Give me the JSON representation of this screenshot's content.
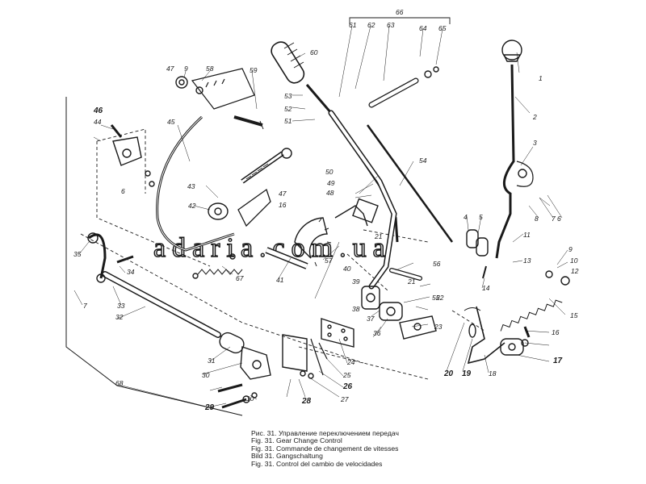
{
  "watermark": "adaria.com.ua",
  "captions": [
    "Рис. 31. Управление переключением передач",
    "Fig. 31. Gear Change Control",
    "Fig. 31. Commande de changement de vitesses",
    "Bild 31. Gangschaltung",
    "Fig. 31. Control del cambio de velocidades"
  ],
  "callouts": [
    "1",
    "2",
    "3",
    "4",
    "5",
    "6",
    "7",
    "8",
    "9",
    "10",
    "11",
    "12",
    "13",
    "14",
    "15",
    "16",
    "17",
    "18",
    "19",
    "20",
    "21",
    "22",
    "23",
    "24",
    "25",
    "26",
    "27",
    "28",
    "29",
    "30",
    "31",
    "32",
    "33",
    "34",
    "35",
    "36",
    "37",
    "38",
    "39",
    "40",
    "41",
    "42",
    "43",
    "44",
    "45",
    "46",
    "47",
    "48",
    "49",
    "50",
    "51",
    "52",
    "53",
    "54",
    "55",
    "56",
    "57",
    "58",
    "59",
    "60",
    "61",
    "62",
    "63",
    "64",
    "65",
    "66",
    "67",
    "68"
  ]
}
